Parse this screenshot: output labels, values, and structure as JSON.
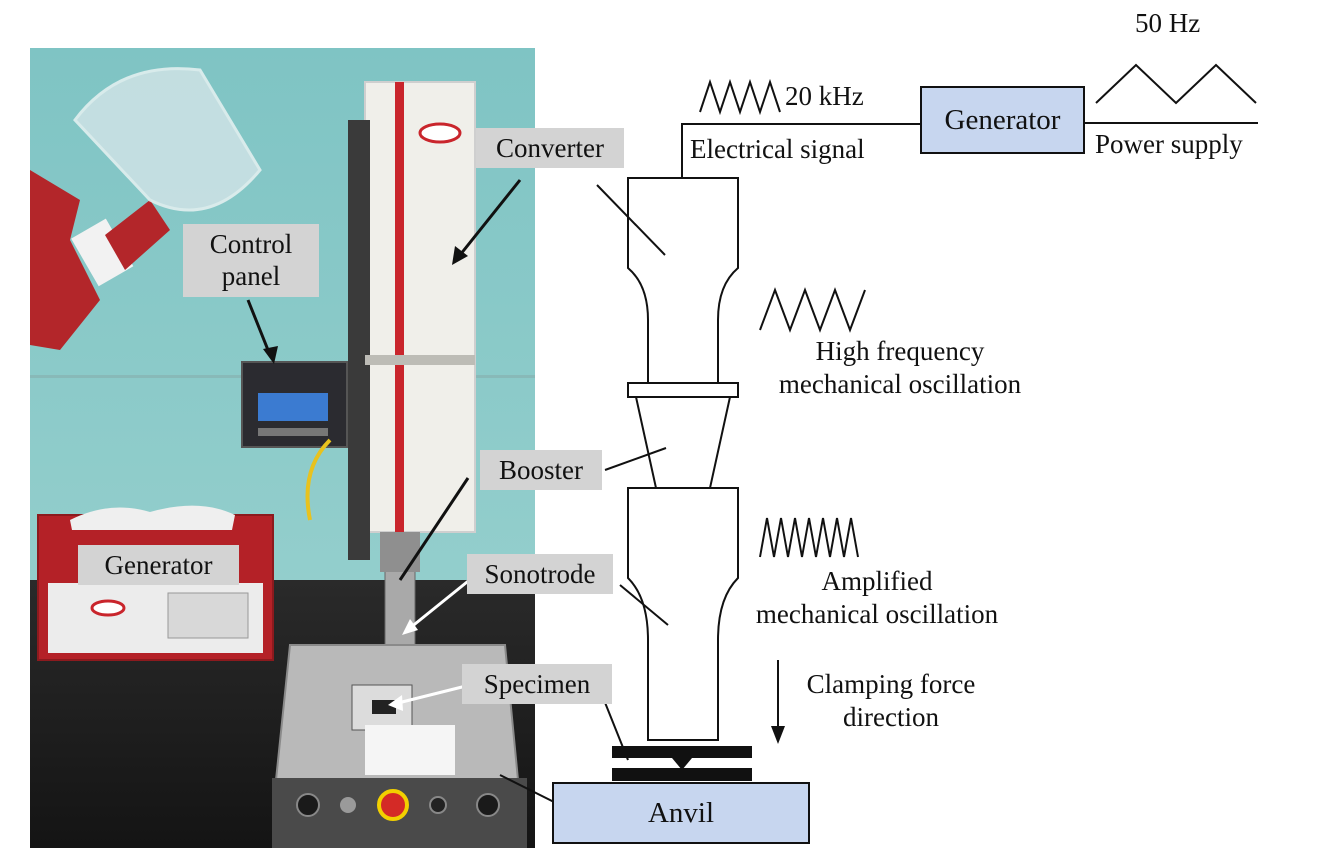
{
  "photo": {
    "labels": {
      "converter": "Converter",
      "control_panel": "Control\npanel",
      "generator": "Generator",
      "booster": "Booster",
      "sonotrode": "Sonotrode",
      "specimen": "Specimen"
    }
  },
  "schematic": {
    "generator_box": "Generator",
    "anvil_box": "Anvil",
    "signal_frequency": "20 kHz",
    "signal_label": "Electrical signal",
    "supply_frequency": "50 Hz",
    "supply_label": "Power supply",
    "high_freq_label": "High frequency\nmechanical oscillation",
    "amplified_label": "Amplified\nmechanical oscillation",
    "clamping_label": "Clamping force\ndirection"
  },
  "colors": {
    "label_background": "#d3d3d3",
    "box_fill": "#c7d6ef",
    "line": "#111111"
  }
}
